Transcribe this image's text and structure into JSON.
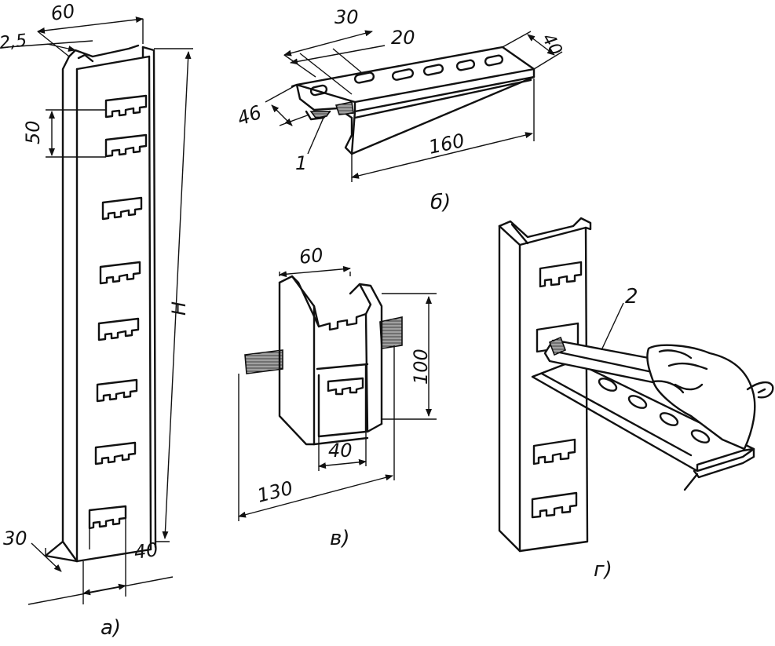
{
  "figure_a": {
    "caption": "а)",
    "dim_width": "60",
    "dim_thickness": "2,5",
    "dim_slot_pitch": "50",
    "dim_height": "H",
    "dim_depth": "30",
    "dim_depth2": "40"
  },
  "figure_b": {
    "caption": "б)",
    "dim_30": "30",
    "dim_20": "20",
    "dim_40": "40",
    "dim_46": "46",
    "dim_160": "160",
    "callout_1": "1"
  },
  "figure_v": {
    "caption": "в)",
    "dim_60": "60",
    "dim_100": "100",
    "dim_40": "40",
    "dim_130": "130"
  },
  "figure_g": {
    "caption": "г)",
    "callout_2": "2"
  }
}
